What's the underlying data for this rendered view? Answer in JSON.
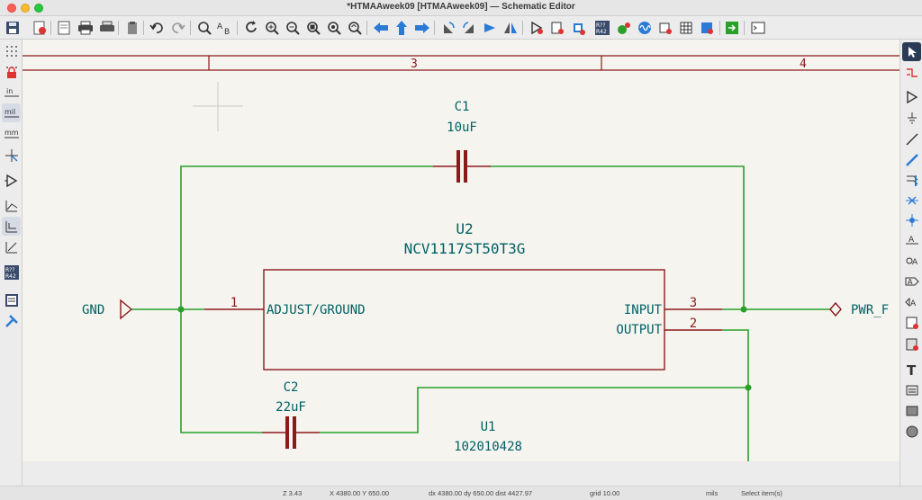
{
  "window": {
    "title": "*HTMAAweek09 [HTMAAweek09] — Schematic Editor"
  },
  "toolbar": {
    "icons": [
      "save-icon",
      "page-settings-icon",
      "open-icon",
      "print-icon",
      "plot-icon",
      "paste-icon",
      "undo-icon",
      "redo-icon",
      "find-icon",
      "find-replace-icon",
      "refresh-icon",
      "zoom-in-icon",
      "zoom-out-icon",
      "zoom-fit-icon",
      "zoom-objects-icon",
      "zoom-selection-icon",
      "navigate-back-icon",
      "navigate-up-icon",
      "navigate-forward-icon",
      "rotate-ccw-icon",
      "rotate-cw-icon",
      "mirror-v-icon",
      "mirror-h-icon",
      "symbol-editor-icon",
      "symbol-browser-icon",
      "footprint-assign-icon",
      "annotate-icon",
      "erc-icon",
      "simulator-icon",
      "bom-icon",
      "netlist-icon",
      "pcb-editor-icon",
      "scripting-console-icon"
    ],
    "annotate_labels": [
      "R??",
      "R42"
    ]
  },
  "left_toolbar": {
    "units": {
      "in": "in",
      "mil": "mil",
      "mm": "mm"
    },
    "ref_labels": [
      "R??",
      "R42"
    ]
  },
  "schematic": {
    "border_numbers": [
      "3",
      "4"
    ],
    "c1": {
      "ref": "C1",
      "value": "10uF"
    },
    "u2": {
      "ref": "U2",
      "value": "NCV1117ST50T3G",
      "pin_adjust": "ADJUST/GROUND",
      "pin_input": "INPUT",
      "pin_output": "OUTPUT",
      "pin1": "1",
      "pin2": "2",
      "pin3": "3"
    },
    "c2": {
      "ref": "C2",
      "value": "22uF"
    },
    "u1": {
      "ref": "U1",
      "value": "102010428"
    },
    "gnd_label": "GND",
    "pwr_label": "PWR_F"
  },
  "status": {
    "zoom": "Z 3.43",
    "xy": "X 4380.00  Y 650.00",
    "delta": "dx 4380.00  dy 650.00  dist 4427.97",
    "grid": "grid 10.00",
    "units": "mils",
    "mode": "Select item(s)"
  },
  "colors": {
    "wire": "#2aa02a",
    "component": "#8b1a1a",
    "text": "#006064",
    "canvas": "#f5f4ef",
    "junction": "#2aa02a"
  }
}
